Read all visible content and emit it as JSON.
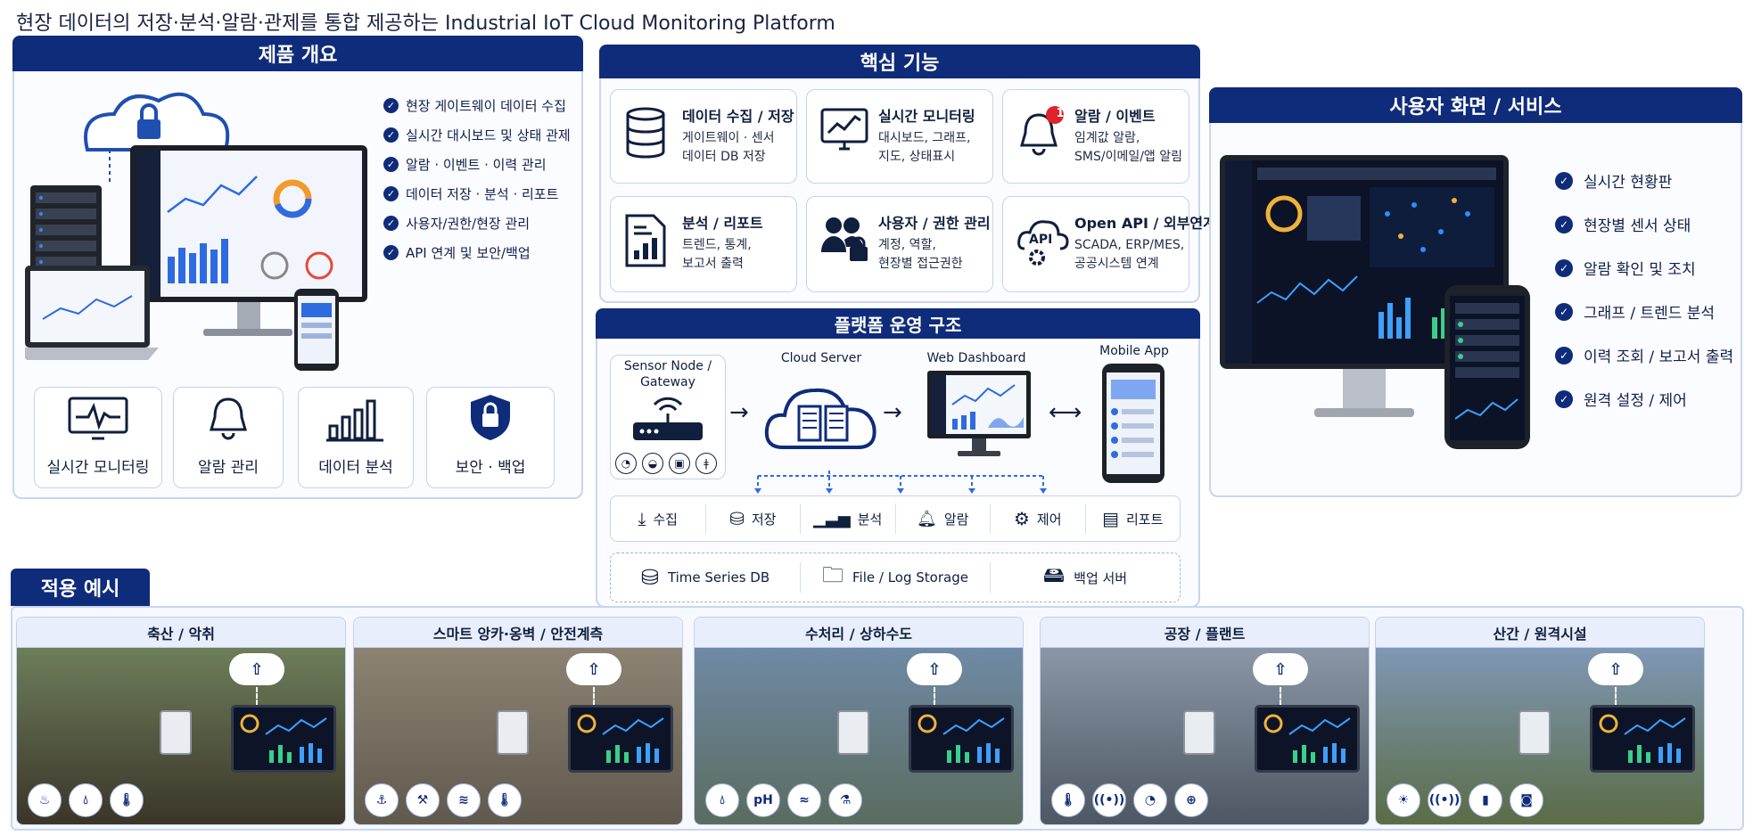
{
  "page_title": "현장 데이터의 저장·분석·알람·관제를 통합 제공하는 Industrial IoT Cloud Monitoring Platform",
  "overview": {
    "title": "제품 개요",
    "checklist": [
      "현장 게이트웨이 데이터 수집",
      "실시간 대시보드 및 상태 관제",
      "알람 · 이벤트 · 이력 관리",
      "데이터 저장 · 분석 · 리포트",
      "사용자/권한/현장 관리",
      "API 연계 및 보안/백업"
    ],
    "features": [
      {
        "label": "실시간 모니터링",
        "icon": "monitor-heartbeat-icon"
      },
      {
        "label": "알람 관리",
        "icon": "bell-icon"
      },
      {
        "label": "데이터 분석",
        "icon": "bar-chart-icon"
      },
      {
        "label": "보안 · 백업",
        "icon": "shield-lock-icon"
      }
    ]
  },
  "core": {
    "title": "핵심 기능",
    "cards": [
      {
        "title": "데이터 수집 / 저장",
        "desc": "게이트웨이 · 센서\n데이터 DB 저장",
        "icon": "database-icon"
      },
      {
        "title": "실시간 모니터링",
        "desc": "대시보드, 그래프,\n지도, 상태표시",
        "icon": "monitor-chart-icon"
      },
      {
        "title": "알람 / 이벤트",
        "desc": "임계값 알람,\nSMS/이메일/앱 알림",
        "icon": "bell-alert-icon",
        "badge": "1"
      },
      {
        "title": "분석 / 리포트",
        "desc": "트렌드, 통계,\n보고서 출력",
        "icon": "report-icon"
      },
      {
        "title": "사용자 / 권한 관리",
        "desc": "계정, 역할,\n현장별 접근권한",
        "icon": "users-lock-icon"
      },
      {
        "title": "Open API / 외부연계",
        "desc": "SCADA, ERP/MES,\n공공시스템 연계",
        "icon": "api-cloud-icon"
      }
    ]
  },
  "ops": {
    "title": "플랫폼 운영 구조",
    "nodes": {
      "sensor": "Sensor Node /\nGateway",
      "cloud": "Cloud Server",
      "web": "Web Dashboard",
      "mobile": "Mobile App"
    },
    "functions": [
      {
        "label": "수집",
        "icon": "download-icon"
      },
      {
        "label": "저장",
        "icon": "database-icon"
      },
      {
        "label": "분석",
        "icon": "bar-chart-icon"
      },
      {
        "label": "알람",
        "icon": "bell-icon"
      },
      {
        "label": "제어",
        "icon": "gear-icon"
      },
      {
        "label": "리포트",
        "icon": "report-icon"
      }
    ],
    "storage": [
      {
        "label": "Time Series DB",
        "icon": "db-clock-icon"
      },
      {
        "label": "File / Log Storage",
        "icon": "folder-icon"
      },
      {
        "label": "백업 서버",
        "icon": "server-upload-icon"
      }
    ]
  },
  "user": {
    "title": "사용자 화면 / 서비스",
    "checklist": [
      "실시간 현황판",
      "현장별 센서 상태",
      "알람 확인 및 조치",
      "그래프 / 트렌드 분석",
      "이력 조회 / 보고서 출력",
      "원격 설정 / 제어"
    ]
  },
  "apps": {
    "title": "적용 예시",
    "items": [
      {
        "title": "축산 / 악취",
        "icons": [
          "heat-waves-icon",
          "water-drop-icon",
          "thermometer-icon"
        ],
        "bg1": "#6d7e5a",
        "bg2": "#3a3428"
      },
      {
        "title": "스마트 앙카·옹벽 / 안전계측",
        "icons": [
          "anchor-icon",
          "rock-bolt-icon",
          "vibration-icon",
          "thermometer-icon"
        ],
        "bg1": "#8c8373",
        "bg2": "#5f584c"
      },
      {
        "title": "수처리 / 상하수도",
        "icons": [
          "water-drop-icon",
          "ph",
          "waves-icon",
          "flask-icon"
        ],
        "bg1": "#6f8aa6",
        "bg2": "#5a6b5e"
      },
      {
        "title": "공장 / 플랜트",
        "icons": [
          "thermometer-icon",
          "signal-icon",
          "gauge-icon",
          "valve-icon"
        ],
        "bg1": "#8a97a6",
        "bg2": "#4d5662"
      },
      {
        "title": "산간 / 원격시설",
        "icons": [
          "sun-icon",
          "signal-icon",
          "battery-icon",
          "camera-icon"
        ],
        "bg1": "#7f98b5",
        "bg2": "#5a6b44"
      }
    ]
  },
  "colors": {
    "navy": "#0f2c7a",
    "border": "#c8d6ee",
    "accent_red": "#e0222a"
  }
}
